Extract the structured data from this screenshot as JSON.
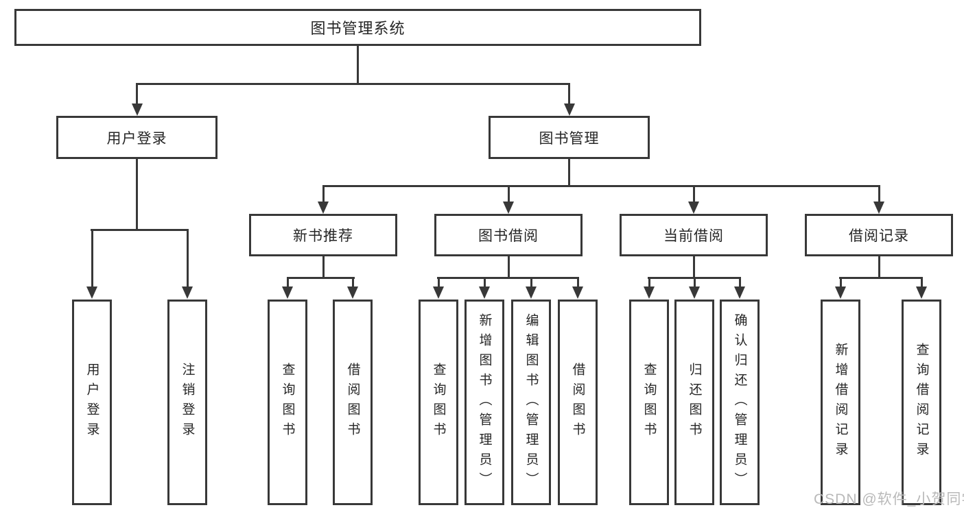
{
  "diagram": {
    "root": "图书管理系统",
    "level2": [
      "用户登录",
      "图书管理"
    ],
    "level3": [
      "新书推荐",
      "图书借阅",
      "当前借阅",
      "借阅记录"
    ],
    "leaves": {
      "login": [
        "用户登录",
        "注销登录"
      ],
      "recommend": [
        "查询图书",
        "借阅图书"
      ],
      "borrow": [
        "查询图书",
        "新增图书（管理员）",
        "编辑图书（管理员）",
        "借阅图书"
      ],
      "current": [
        "查询图书",
        "归还图书",
        "确认归还（管理员）"
      ],
      "records": [
        "新增借阅记录",
        "查询借阅记录"
      ]
    }
  },
  "watermark": "CSDN @软件_小贺同学",
  "colors": {
    "line": "#383838",
    "text": "#262626",
    "background": "#ffffff",
    "watermark": "#b9b9b9"
  }
}
